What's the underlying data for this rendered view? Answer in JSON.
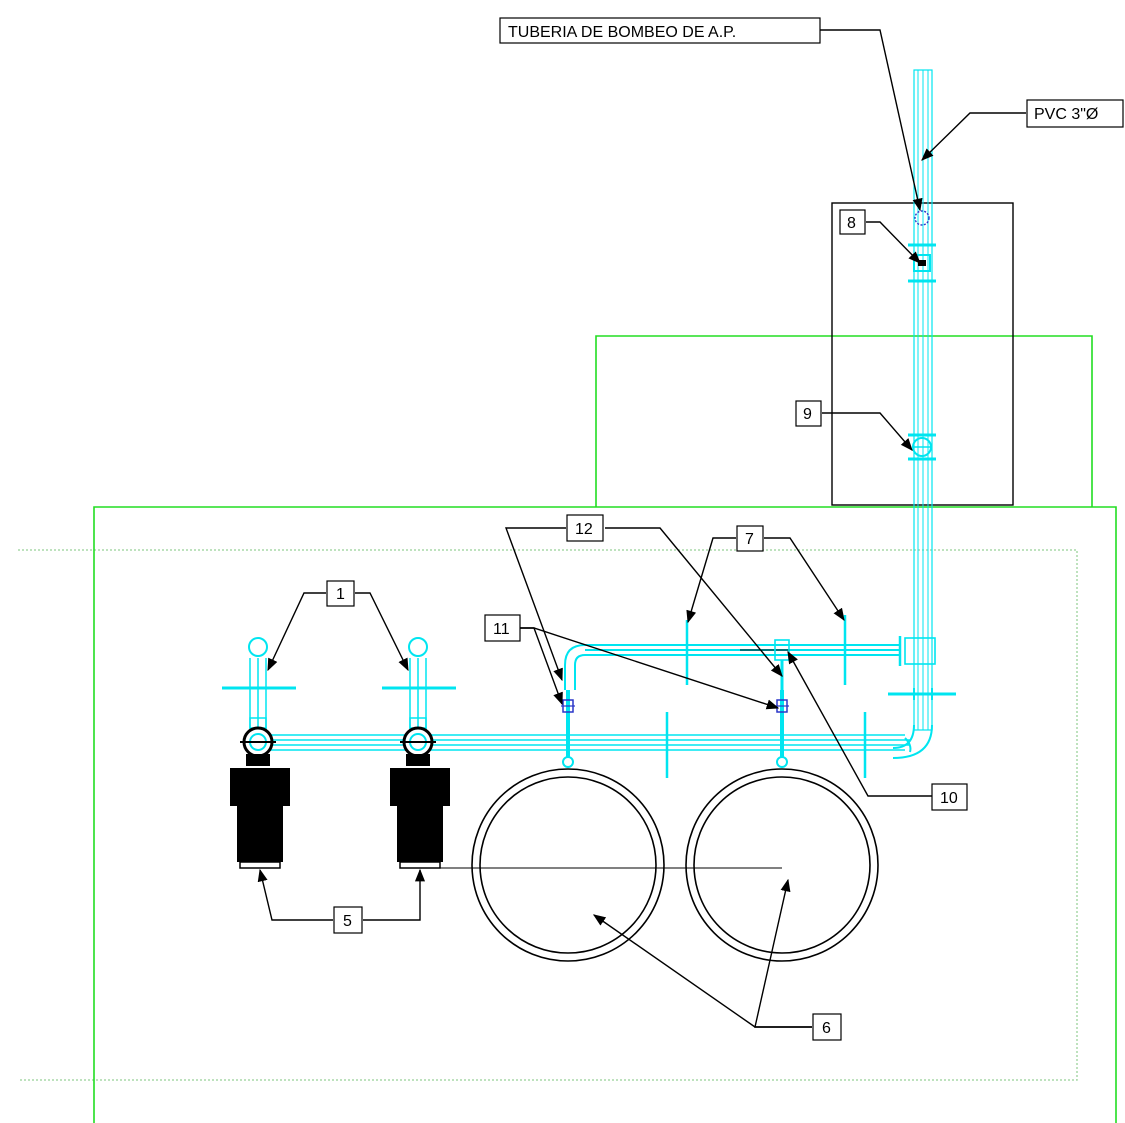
{
  "colors": {
    "pipe": "#00e5f0",
    "site_boundary": "#22dd22",
    "dashed_boundary": "#a8d8a8",
    "valve_small": "#2a35c8",
    "filter_body": "#000000",
    "line": "#000000"
  },
  "labels": {
    "tuberia": "TUBERIA DE BOMBEO DE A.P.",
    "pvc": "PVC 3\"Ø",
    "n1": "1",
    "n5": "5",
    "n6": "6",
    "n7": "7",
    "n8": "8",
    "n9": "9",
    "n10": "10",
    "n11": "11",
    "n12": "12"
  }
}
